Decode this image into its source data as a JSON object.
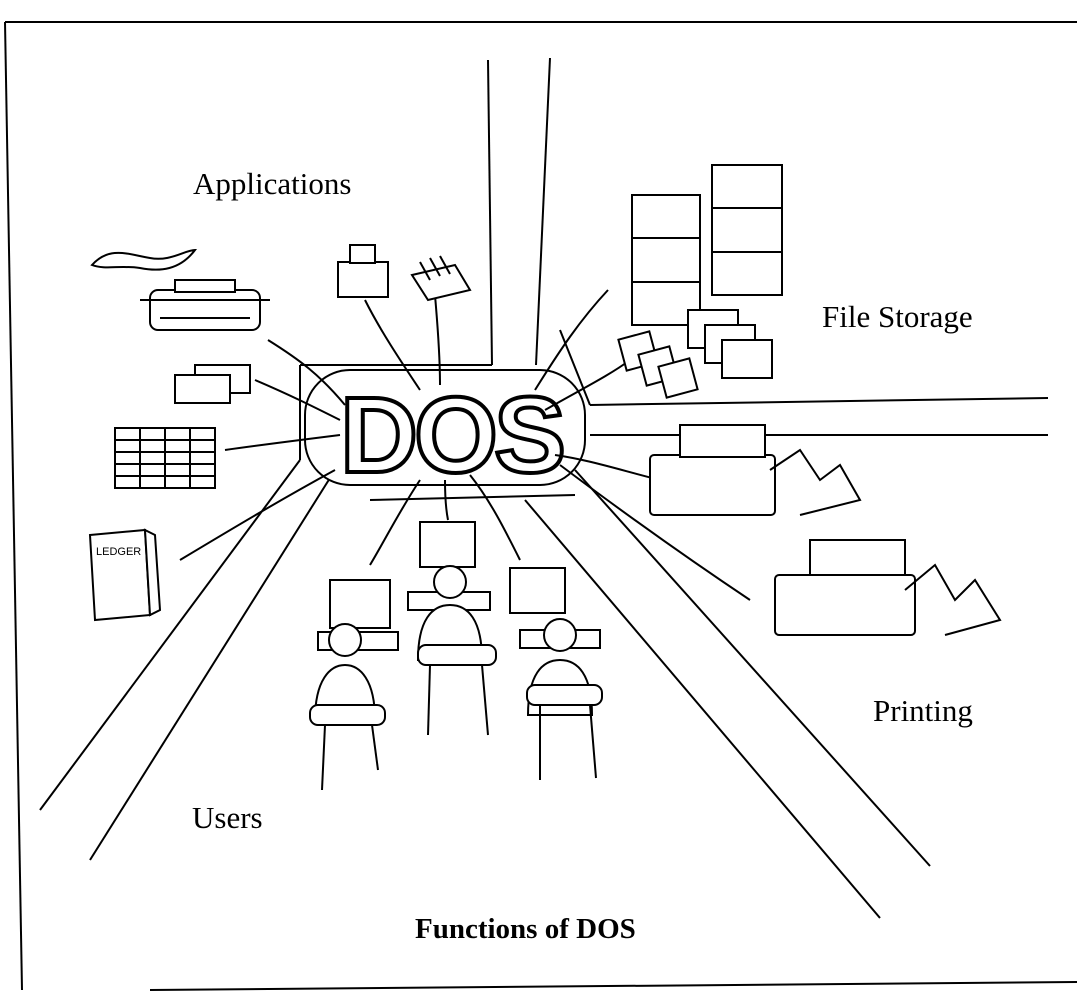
{
  "hub": {
    "label": "DOS"
  },
  "labels": {
    "applications": "Applications",
    "file_storage": "File Storage",
    "printing": "Printing",
    "users": "Users"
  },
  "ledger_text": "LEDGER",
  "caption": "Functions of DOS",
  "colors": {
    "ink": "#000000",
    "paper": "#ffffff"
  }
}
